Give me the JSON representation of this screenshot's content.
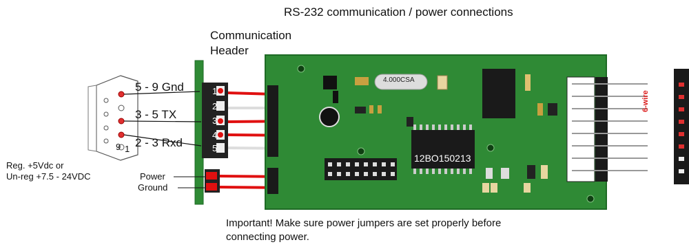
{
  "title": "RS-232 communication / power connections",
  "header_label": {
    "line1": "Communication",
    "line2": "Header"
  },
  "pin_labels": [
    "5 - 9 Gnd",
    "3 - 5 TX",
    "2 - 3 Rxd"
  ],
  "header_numbers": [
    "1",
    "2",
    "3",
    "4",
    "5"
  ],
  "db9_numbers": [
    "9",
    "1"
  ],
  "power_supply": {
    "line1": "Reg. +5Vdc or",
    "line2": "Un-reg +7.5 - 24VDC"
  },
  "power_labels": {
    "power": "Power",
    "ground": "Ground"
  },
  "chips": {
    "crystal": "4.000CSA",
    "main_ic": "12BO150213"
  },
  "side_label": "6-wire",
  "note": {
    "line1": "Important!  Make sure power jumpers are set properly before",
    "line2": "connecting power."
  },
  "colors": {
    "pcb": "#2f8a35",
    "pcb_edge": "#1e6a25",
    "wire_red": "#e01010",
    "pad_red": "#e03030"
  }
}
